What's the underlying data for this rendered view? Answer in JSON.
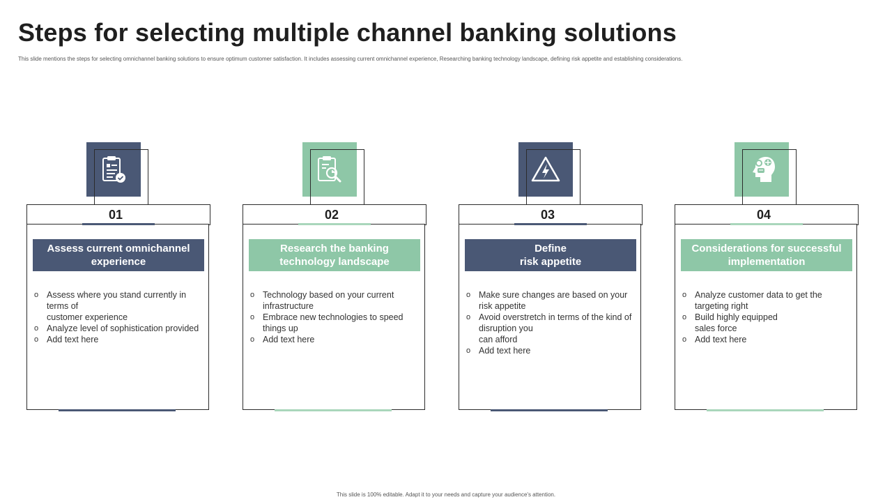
{
  "title": "Steps for selecting multiple channel banking solutions",
  "subtitle": "This slide mentions the steps for selecting omnichannel banking solutions to ensure optimum customer satisfaction. It includes assessing current omnichannel experience, Researching banking technology landscape, defining risk appetite and establishing considerations.",
  "footer": "This slide is 100% editable. Adapt it to your needs and capture your audience's attention.",
  "colors": {
    "dark": "#4a5875",
    "green": "#8ec7a7"
  },
  "steps": [
    {
      "number": "01",
      "icon": "clipboard-check-icon",
      "heading": "Assess current omnichannel experience",
      "bullet_marker": "o",
      "bullets": [
        "Assess where you stand currently in terms of\ncustomer experience",
        "Analyze level of sophistication provided",
        "Add text here"
      ]
    },
    {
      "number": "02",
      "icon": "report-magnifier-icon",
      "heading": "Research the banking technology landscape",
      "bullet_marker": "o",
      "bullets": [
        "Technology based on your current infrastructure",
        "Embrace new technologies to speed things up",
        "Add text here"
      ]
    },
    {
      "number": "03",
      "icon": "warning-lightning-icon",
      "heading": "Define\nrisk appetite",
      "bullet_marker": "o",
      "bullets": [
        "Make sure changes are based on your risk appetite",
        "Avoid overstretch in terms of the kind of disruption you\ncan afford",
        "Add text here"
      ]
    },
    {
      "number": "04",
      "icon": "head-ideas-icon",
      "heading": "Considerations for successful implementation",
      "bullet_marker": "o",
      "bullets": [
        "Analyze customer data to get the targeting right",
        "Build highly equipped\nsales force",
        "Add text here"
      ]
    }
  ]
}
